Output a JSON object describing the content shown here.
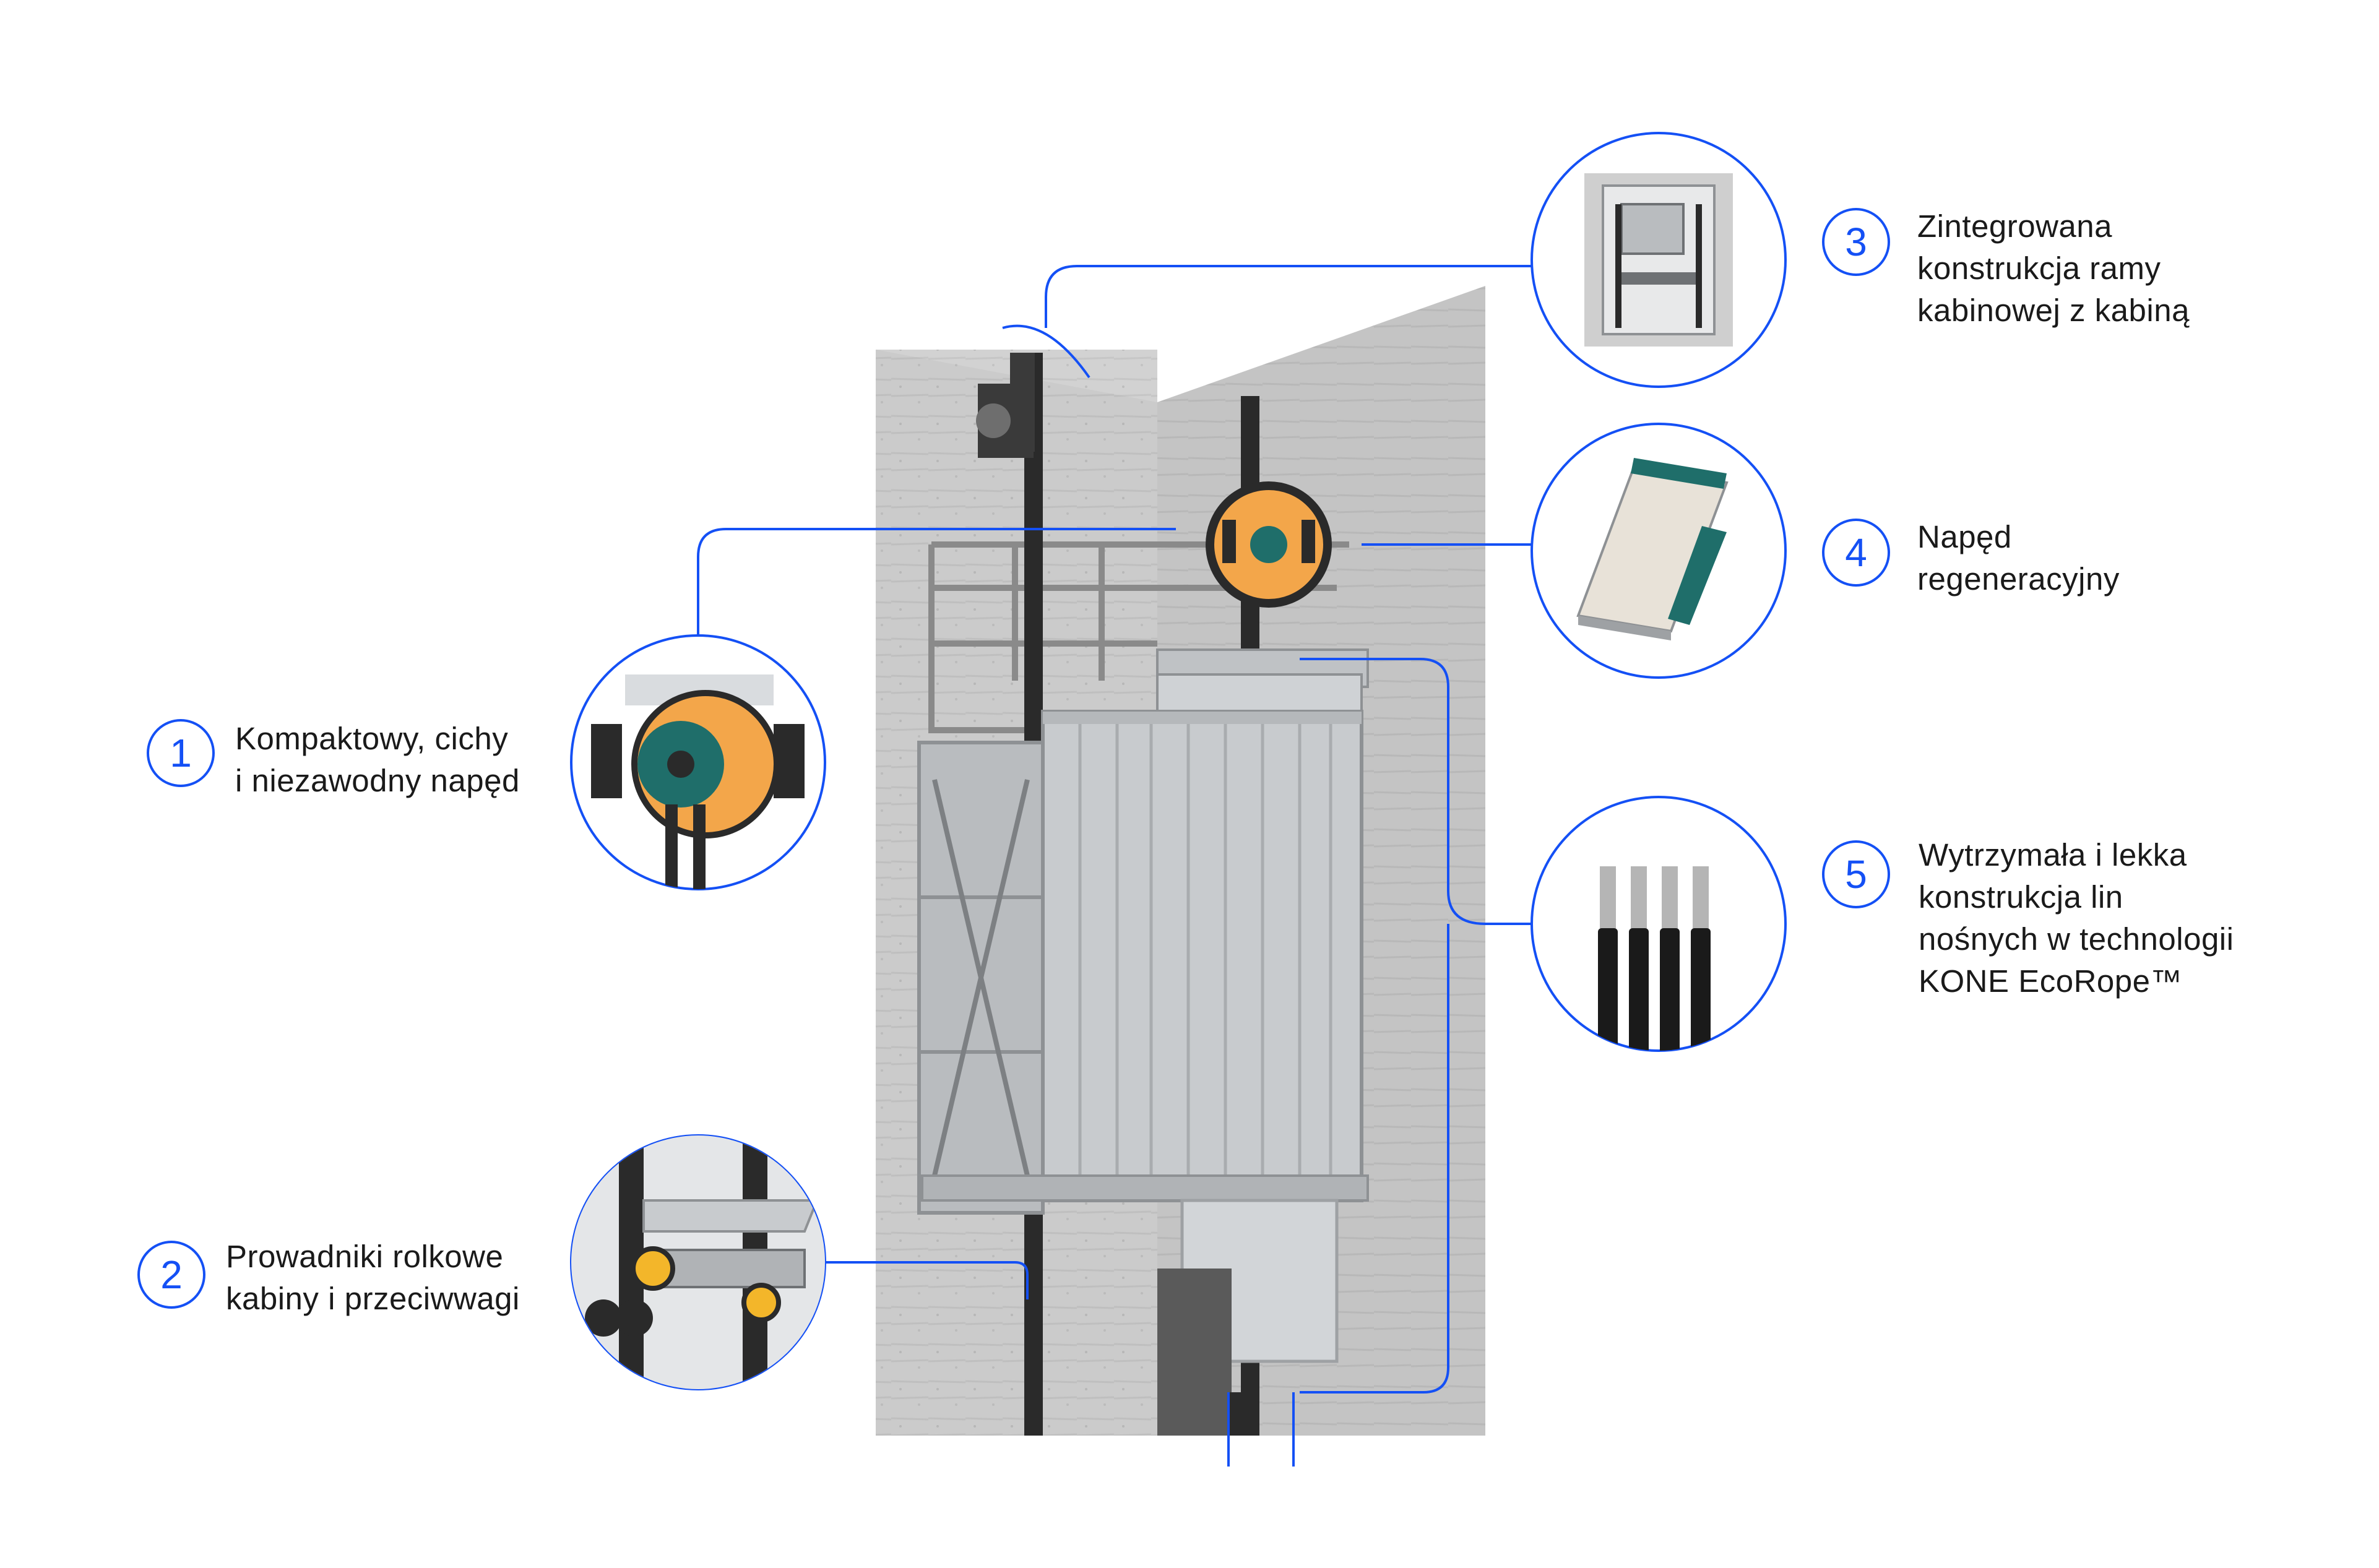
{
  "colors": {
    "accent": "#1450f5",
    "concrete": "#cfcfcf",
    "text": "#1a1a1a",
    "drive_orange": "#f3a64a",
    "drive_teal": "#1f6e6a"
  },
  "callouts": [
    {
      "number": "1",
      "lines": [
        "Kompaktowy, cichy",
        "i niezawodny napęd"
      ],
      "icon": "drive-machine-icon"
    },
    {
      "number": "2",
      "lines": [
        "Prowadniki rolkowe",
        "kabiny i przeciwwagi"
      ],
      "icon": "roller-guide-icon"
    },
    {
      "number": "3",
      "lines": [
        "Zintegrowana",
        "konstrukcja ramy",
        "kabinowej z kabiną"
      ],
      "icon": "car-frame-icon"
    },
    {
      "number": "4",
      "lines": [
        "Napęd",
        "regeneracyjny"
      ],
      "icon": "regenerative-drive-icon"
    },
    {
      "number": "5",
      "lines": [
        "Wytrzymała i lekka",
        "konstrukcja lin",
        "nośnych w technologii",
        "KONE EcoRope™"
      ],
      "icon": "ecorope-icon"
    }
  ]
}
